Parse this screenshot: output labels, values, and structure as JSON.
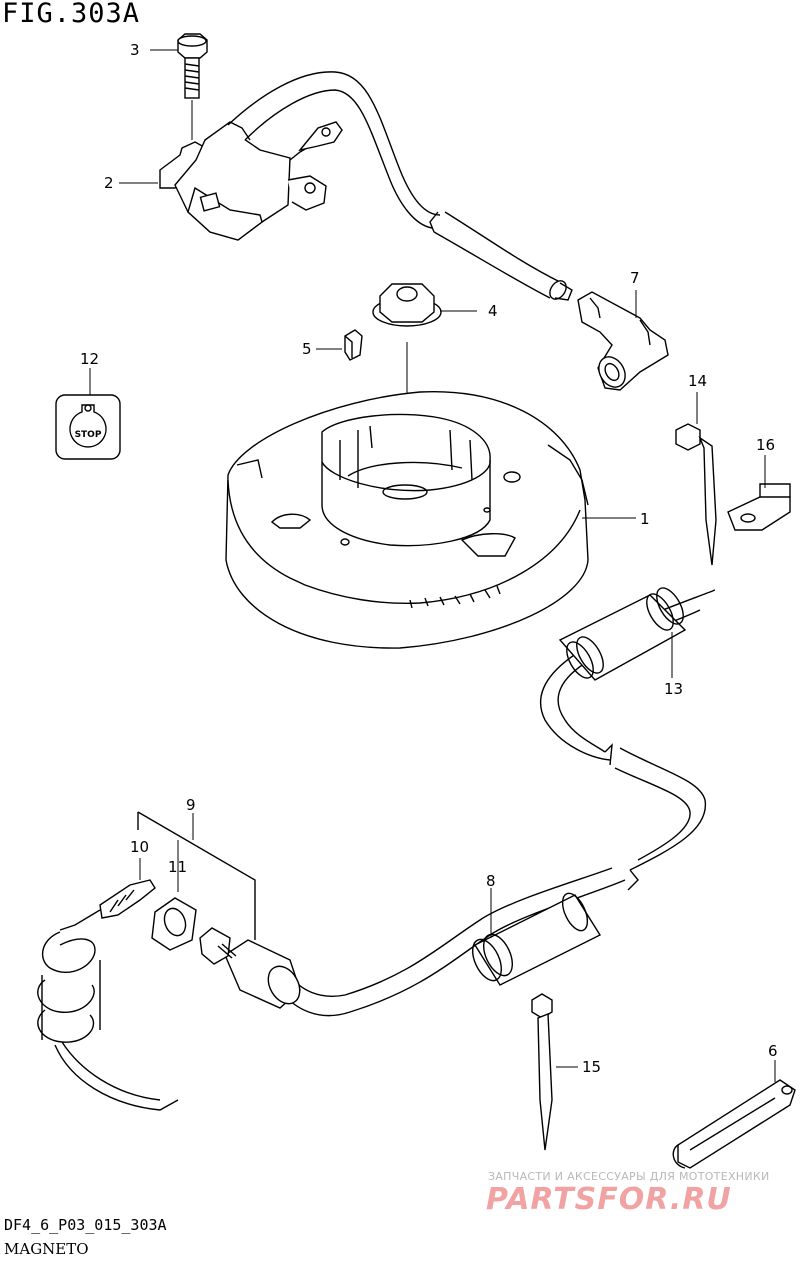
{
  "header": {
    "title": "FIG.303A"
  },
  "footer": {
    "code": "DF4_6_P03_015_303A",
    "section": "MAGNETO"
  },
  "watermark": {
    "tagline": "ЗАПЧАСТИ И АКСЕССУАРЫ ДЛЯ МОТОТЕХНИКИ",
    "brand": "PARTSFOR.RU",
    "color": "#f1a3a3"
  },
  "stop_label": "STOP",
  "callouts": [
    "1",
    "2",
    "3",
    "4",
    "5",
    "6",
    "7",
    "8",
    "9",
    "10",
    "11",
    "12",
    "13",
    "14",
    "15",
    "16"
  ]
}
